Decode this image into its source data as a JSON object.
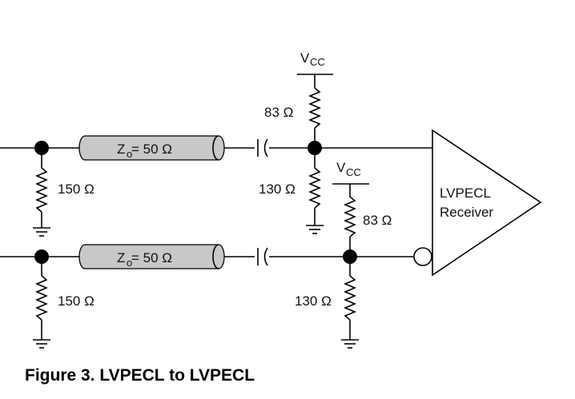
{
  "diagram": {
    "caption": "Figure 3. LVPECL to LVPECL",
    "transmission_lines": {
      "top": {
        "z_label": "Z",
        "z_sub": "o",
        "z_value": "= 50 Ω"
      },
      "bottom": {
        "z_label": "Z",
        "z_sub": "o",
        "z_value": "= 50 Ω"
      }
    },
    "resistors": {
      "source_top_pulldown": "150 Ω",
      "source_bottom_pulldown": "150 Ω",
      "recv_top_pullup": "83 Ω",
      "recv_top_pulldown": "130 Ω",
      "recv_bottom_pullup": "83 Ω",
      "recv_bottom_pulldown": "130 Ω"
    },
    "supplies": {
      "vcc_top": {
        "main": "V",
        "sub": "CC"
      },
      "vcc_bottom": {
        "main": "V",
        "sub": "CC"
      }
    },
    "receiver": {
      "line1": "LVPECL",
      "line2": "Receiver"
    }
  }
}
